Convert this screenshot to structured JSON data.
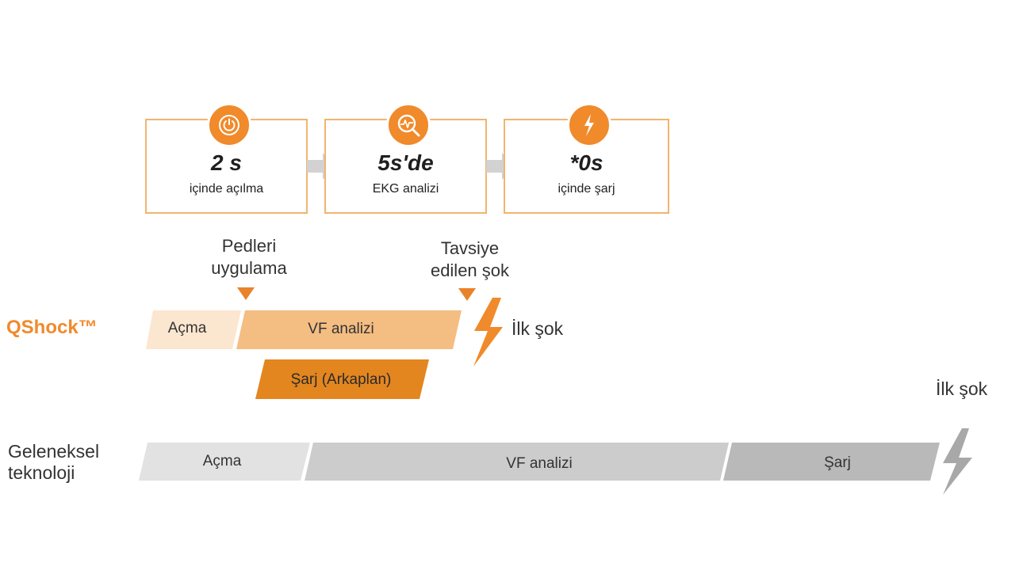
{
  "steps": [
    {
      "big": "2 s",
      "small": "içinde açılma",
      "icon": "power-icon"
    },
    {
      "big": "5s'de",
      "small": "EKG analizi",
      "icon": "ecg-analysis-icon"
    },
    {
      "big": "*0s",
      "small": "içinde şarj",
      "icon": "lightning-icon"
    }
  ],
  "markers": {
    "apply_pads": "Pedleri\nuygulama",
    "recommended_shock": "Tavsiye\nedilen şok"
  },
  "qshock": {
    "title": "QShock™",
    "power_on": "Açma",
    "vf_analysis": "VF analizi",
    "charge": "Şarj (Arkaplan)",
    "first_shock": "İlk şok"
  },
  "conventional": {
    "title_line1": "Geleneksel",
    "title_line2": "teknoloji",
    "power_on": "Açma",
    "vf_analysis": "VF analizi",
    "charge": "Şarj",
    "first_shock": "İlk şok"
  },
  "colors": {
    "accent": "#f08a2b",
    "card_border": "#f1b470",
    "power_on_fill": "#fbe6cf",
    "vf_fill": "#f4bd82",
    "charge_fill": "#e3861f",
    "gray_light": "#e2e2e2",
    "gray_mid": "#cccccc",
    "gray_dark": "#b9b9b9"
  }
}
